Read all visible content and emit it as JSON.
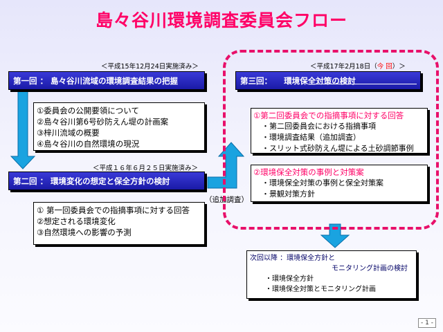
{
  "title": "島々谷川環境調査委員会フロー",
  "meeting1": {
    "note": "＜平成15年12月24日実施済み＞",
    "header": "第一回 ： 島々谷川流域の環境調査結果の把握",
    "items": [
      "①委員会の公開要領について",
      "②島々谷川第6号砂防えん堤の計画案",
      "③梓川流域の概要",
      "④島々谷川の自然環境の現況"
    ]
  },
  "meeting2": {
    "note": "＜平成１６年６月２５日実施済み＞",
    "header": "第二回 ： 環境変化の想定と保全方針の検討",
    "items": [
      "① 第一回委員会での指摘事項に対する回答",
      "②想定される環境変化",
      "③自然環境への影響の予測"
    ]
  },
  "arrow_label": "（追加調査）",
  "meeting3": {
    "note_prefix": "＜平成17年2月18日（",
    "note_highlight": "今 回",
    "note_suffix": "）＞",
    "header": "第三回：　　環境保全対策の検討",
    "section1": {
      "heading": "①第二回委員会での指摘事項に対する回答",
      "items": [
        "・第二回委員会における指摘事項",
        "・環境調査結果（追加調査）",
        "・スリット式砂防えん堤による土砂調節事例"
      ]
    },
    "section2": {
      "heading": "②環境保全対策の事例と対策案",
      "items": [
        "・環境保全対策の事例と保全対策案",
        "・景観対策方針"
      ]
    }
  },
  "next": {
    "line1": "次回以降 ：環境保全方針と",
    "line2": "モニタリング計画の検討",
    "items": [
      "・環境保全方針",
      "・環境保全対策とモニタリング計画"
    ]
  },
  "page_number": "- 1 -"
}
